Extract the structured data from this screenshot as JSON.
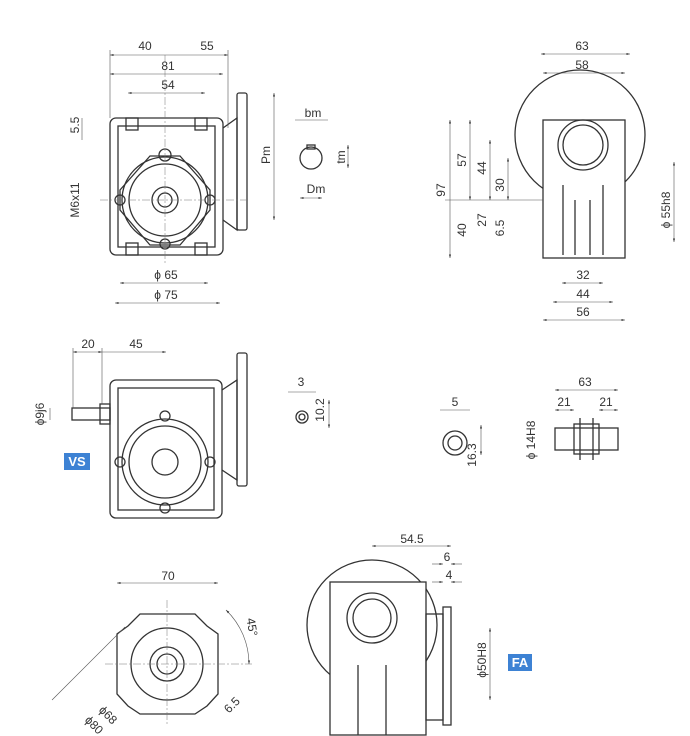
{
  "drawing": {
    "front_view": {
      "d40": "40",
      "d55": "55",
      "d81": "81",
      "d54": "54",
      "d5_5": "5.5",
      "m6x11": "M6x11",
      "phi65": "ϕ 65",
      "phi75": "ϕ 75",
      "pm": "Pm"
    },
    "shaft_key": {
      "bm": "bm",
      "tm": "tm",
      "dm": "Dm"
    },
    "side_view": {
      "d63": "63",
      "d58": "58",
      "d97": "97",
      "d57": "57",
      "d44v": "44",
      "d30": "30",
      "d40": "40",
      "d27": "27",
      "d6_5": "6.5",
      "phi55h8": "ϕ 55h8",
      "d32": "32",
      "d44h": "44",
      "d56": "56"
    },
    "vs_view": {
      "d20": "20",
      "d45": "45",
      "phi9j6": "ϕ9j6",
      "badge": "VS"
    },
    "input_shaft_key": {
      "d3": "3",
      "d10_2": "10.2"
    },
    "output_hole": {
      "d5": "5",
      "d16_3": "16.3"
    },
    "hollow_shaft": {
      "d63": "63",
      "d21a": "21",
      "d21b": "21",
      "phi14h8": "ϕ 14H8"
    },
    "flange_view": {
      "d70": "70",
      "angle": "45°",
      "d6_5": "6.5",
      "phi68": "ϕ68",
      "phi80": "ϕ80"
    },
    "fa_view": {
      "d54_5": "54.5",
      "d6": "6",
      "d4": "4",
      "phi50h8": "ϕ50H8",
      "badge": "FA"
    },
    "badge_color": "#3d82d4"
  }
}
